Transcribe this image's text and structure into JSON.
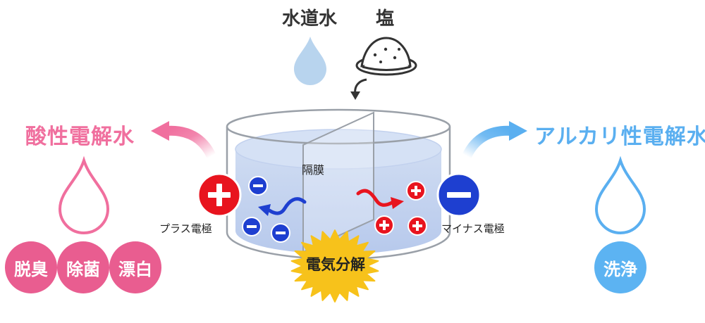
{
  "inputs": {
    "tap_water": "水道水",
    "salt": "塩"
  },
  "cell": {
    "membrane": "隔膜",
    "plus_electrode": "プラス電極",
    "minus_electrode": "マイナス電極",
    "electrolysis": "電気分解"
  },
  "acidic": {
    "title": "酸性電解水",
    "effects": [
      "脱臭",
      "除菌",
      "漂白"
    ]
  },
  "alkaline": {
    "title": "アルカリ性電解水",
    "effects": [
      "洗浄"
    ]
  },
  "colors": {
    "acid_pink": "#f06f9e",
    "acid_badge": "#e95d90",
    "alkali_blue": "#5aaff0",
    "alkali_badge": "#5cb3f2",
    "plus_red": "#e8141e",
    "minus_blue": "#1e3fd0",
    "water_drop": "#b8d4ee",
    "burst_yellow": "#f7c21b"
  }
}
